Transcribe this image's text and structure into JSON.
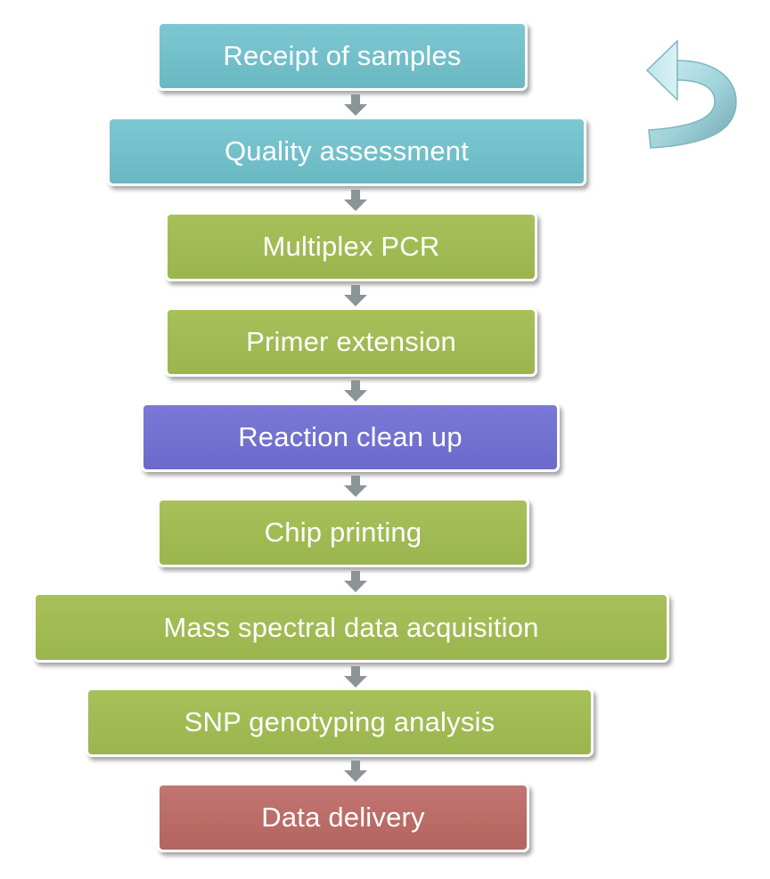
{
  "diagram": {
    "steps": [
      {
        "label": "Receipt of samples",
        "color": "#74c0cb"
      },
      {
        "label": "Quality assessment",
        "color": "#74c0cb"
      },
      {
        "label": "Multiplex PCR",
        "color": "#a1bb55"
      },
      {
        "label": "Primer extension",
        "color": "#a1bb55"
      },
      {
        "label": "Reaction clean up",
        "color": "#7372d1"
      },
      {
        "label": "Chip printing",
        "color": "#a1bb55"
      },
      {
        "label": "Mass spectral data acquisition",
        "color": "#a1bb55"
      },
      {
        "label": "SNP genotyping analysis",
        "color": "#a1bb55"
      },
      {
        "label": "Data delivery",
        "color": "#b96c68"
      }
    ],
    "connector_color": "#8c9596",
    "cycle_arrow_icon": "curved-arrow-icon",
    "cycle_arrow_color": "#a8d8e0"
  }
}
